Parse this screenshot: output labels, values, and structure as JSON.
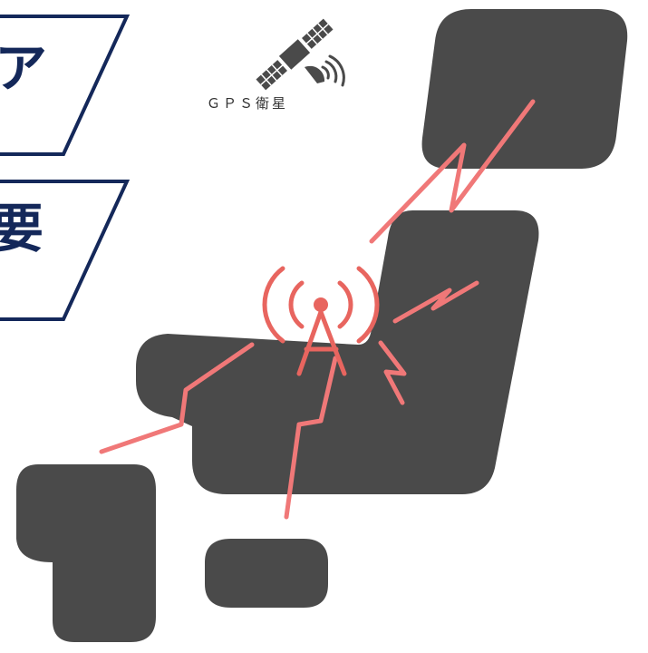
{
  "gps_label": "ＧＰＳ衛星",
  "label_top": "ア",
  "label_bottom": "要",
  "icons": {
    "satellite": "satellite-icon",
    "antenna": "radio-tower-icon"
  },
  "colors": {
    "land": "#4a4a4a",
    "signal": "#f07878",
    "antenna": "#e8655f",
    "navy": "#14285a",
    "text": "#333333"
  }
}
